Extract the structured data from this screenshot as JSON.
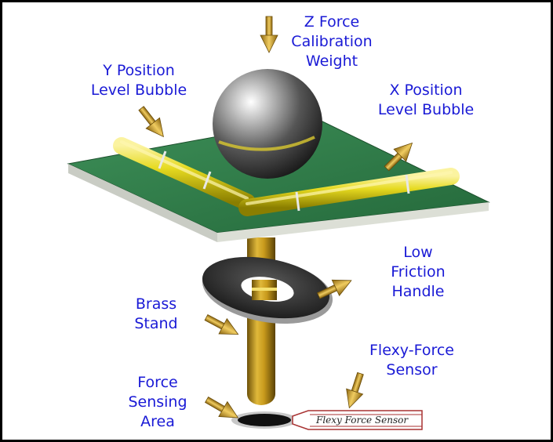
{
  "labels": {
    "z_force": [
      "Z Force",
      "Calibration",
      "Weight"
    ],
    "y_bubble": [
      "Y Position",
      "Level Bubble"
    ],
    "x_bubble": [
      "X Position",
      "Level Bubble"
    ],
    "handle": [
      "Low",
      "Friction",
      "Handle"
    ],
    "stand": [
      "Brass",
      "Stand"
    ],
    "sensor": [
      "Flexy-Force",
      "Sensor"
    ],
    "area": [
      "Force",
      "Sensing",
      "Area"
    ]
  },
  "sensor_strip_text": "Flexy Force Sensor",
  "colors": {
    "label": "#1a1ad6",
    "plate": "#2e7d4a",
    "brass": "#c8a020",
    "bubble": "#e8e020",
    "handle": "#3a3a3a",
    "sensor_line": "#a83232"
  }
}
